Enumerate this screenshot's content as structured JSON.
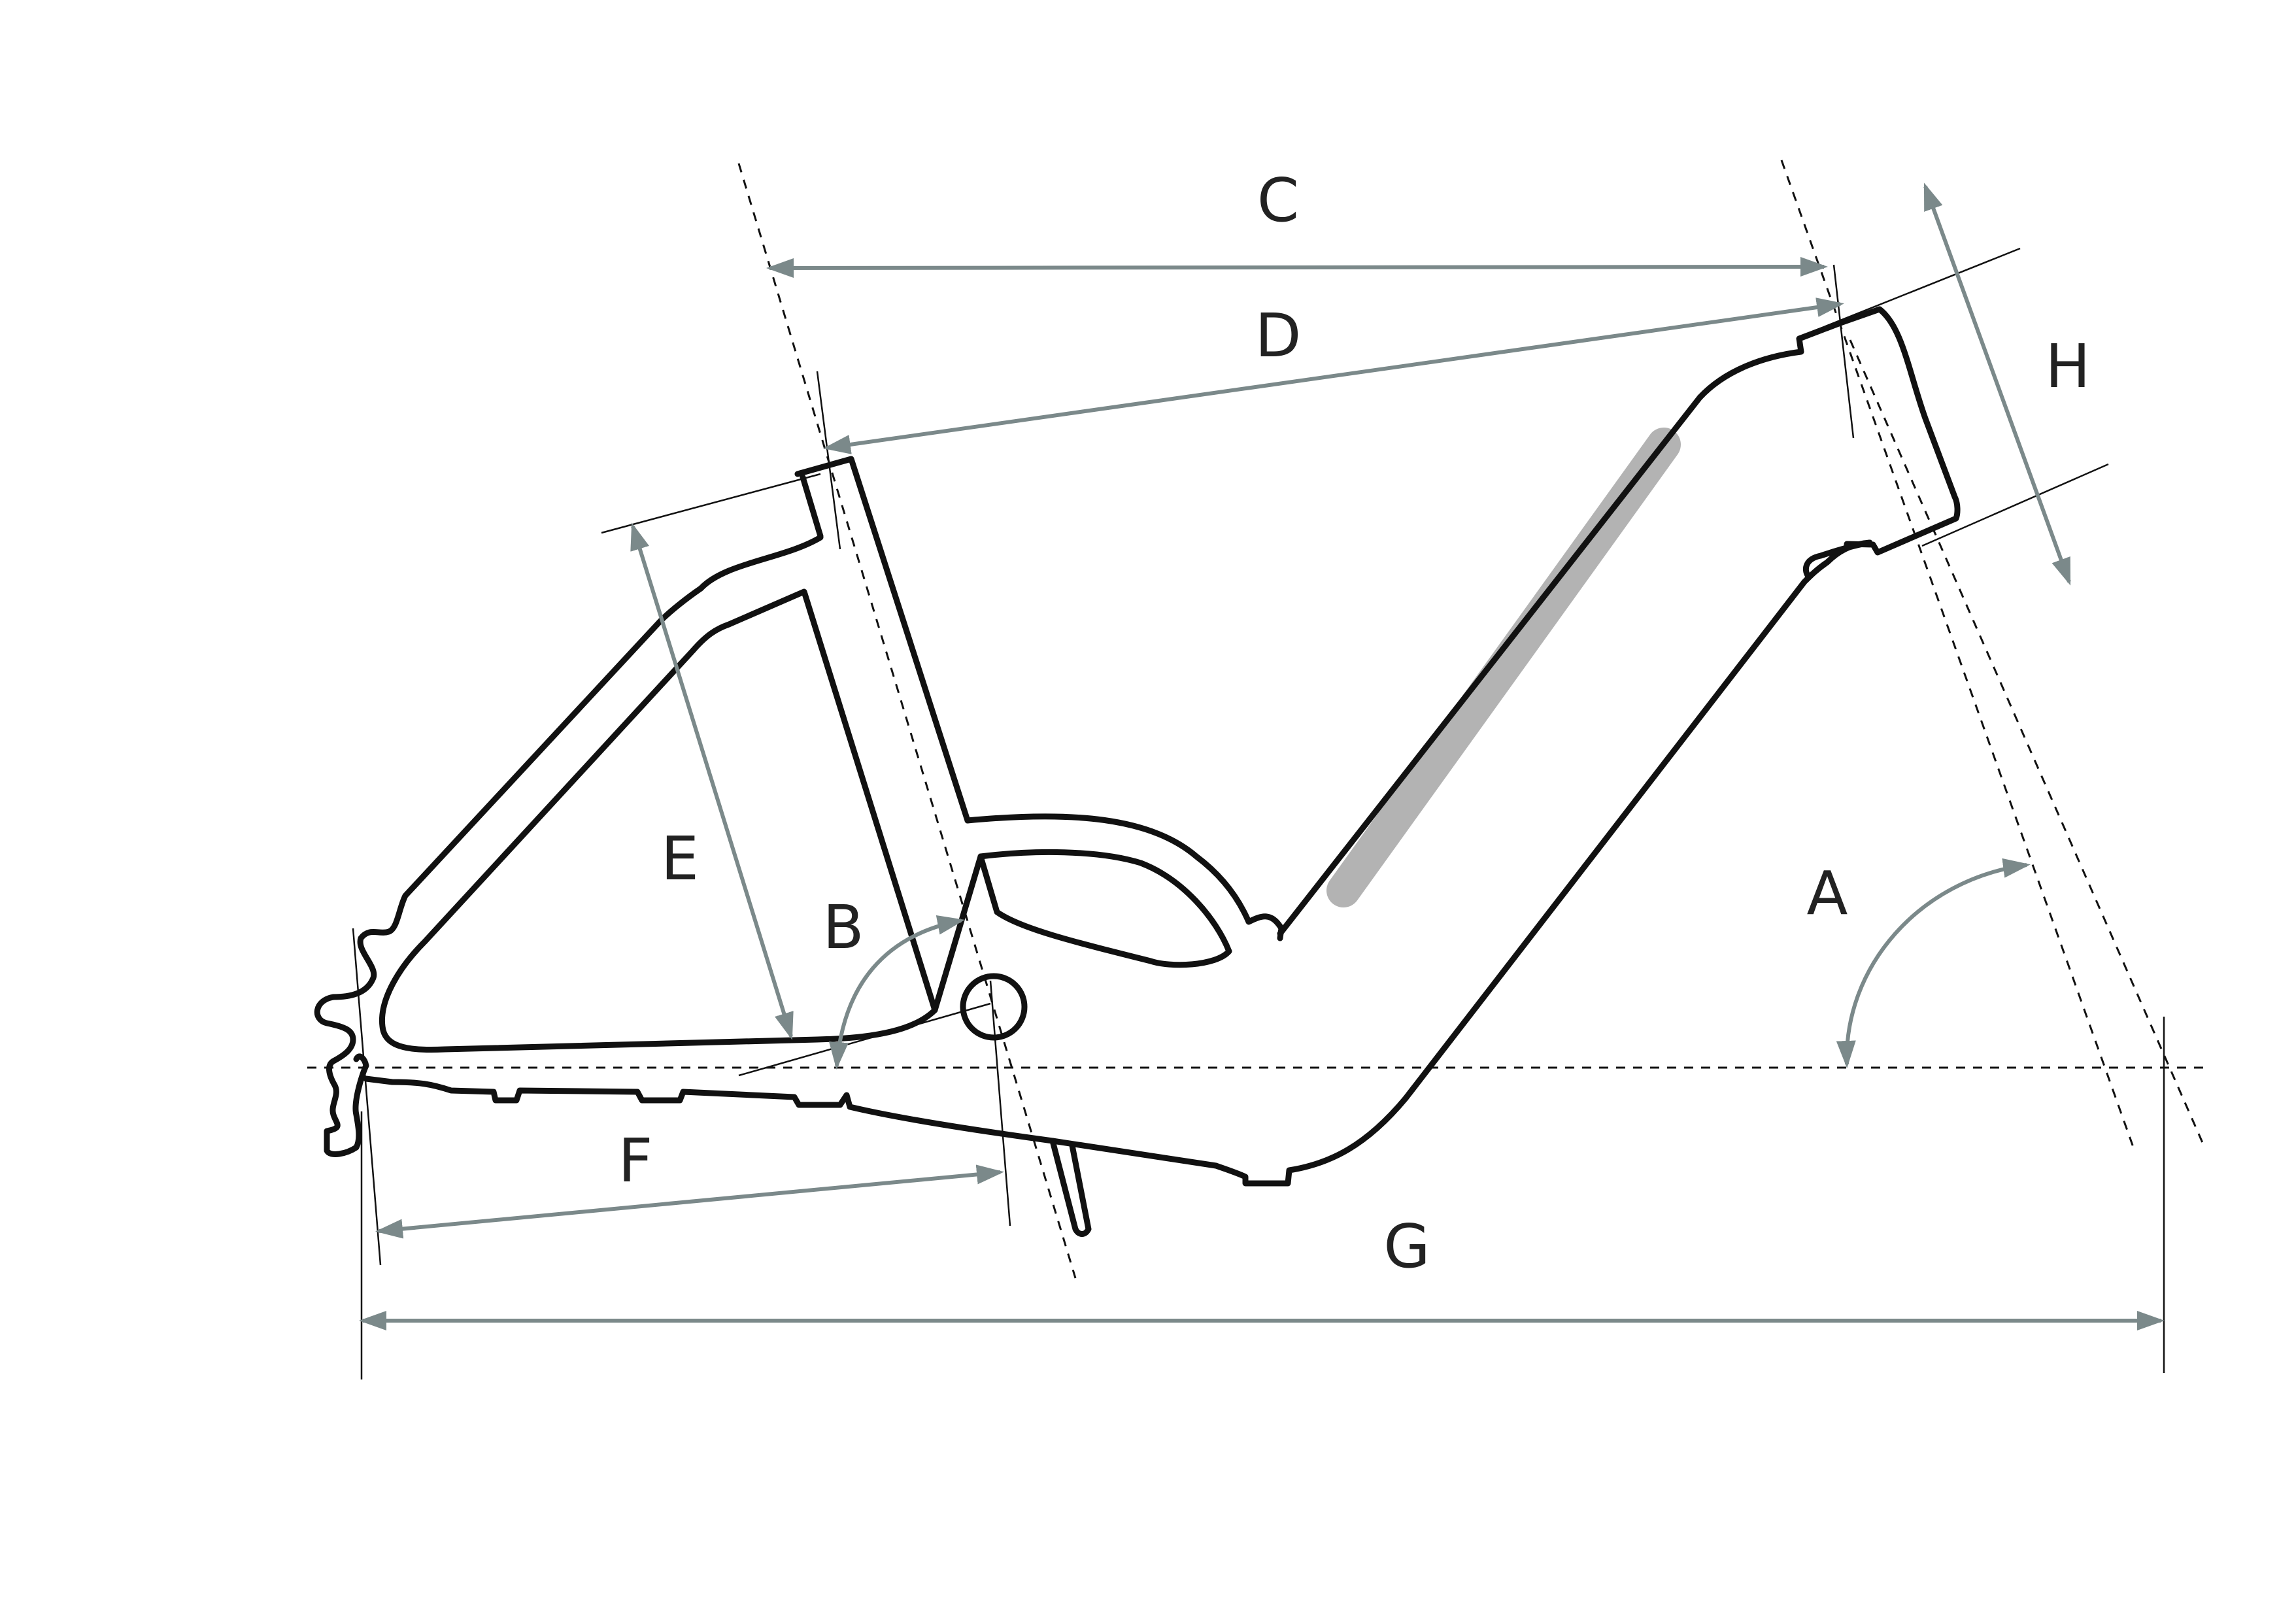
{
  "colors": {
    "dimension": "#7b898a",
    "frame": "#111111",
    "battery": "#b3b3b3",
    "background": "#ffffff"
  },
  "labels": {
    "A": "A",
    "B": "B",
    "C": "C",
    "D": "D",
    "E": "E",
    "F": "F",
    "G": "G",
    "H": "H"
  }
}
